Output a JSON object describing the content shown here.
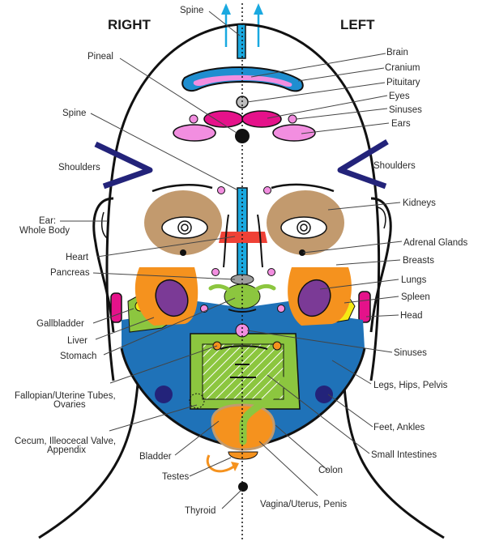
{
  "headers": {
    "right": "RIGHT",
    "left": "LEFT"
  },
  "colors": {
    "outline": "#111111",
    "spine_blue": "#1aa9e0",
    "deep_blue": "#1f72b8",
    "navy": "#23237a",
    "pink_light": "#f28ee0",
    "magenta": "#e5128a",
    "tan": "#c29a6e",
    "orange": "#f5921e",
    "purple": "#7b3a96",
    "green": "#8cc63f",
    "yellow": "#f5ea14",
    "red": "#ef4136",
    "grey": "#bdbdbd"
  },
  "labels": {
    "spine_top": "Spine",
    "pineal": "Pineal",
    "spine": "Spine",
    "shoulders_right": "Shoulders",
    "ear_line1": "Ear:",
    "ear_line2": "Whole Body",
    "heart": "Heart",
    "pancreas": "Pancreas",
    "gallbladder": "Gallbladder",
    "liver": "Liver",
    "stomach": "Stomach",
    "fallopian_line1": "Fallopian/Uterine Tubes,",
    "fallopian_line2": "Ovaries",
    "cecum_line1": "Cecum, Illeocecal Valve,",
    "cecum_line2": "Appendix",
    "bladder": "Bladder",
    "testes": "Testes",
    "thyroid": "Thyroid",
    "brain": "Brain",
    "cranium": "Cranium",
    "pituitary": "Pituitary",
    "eyes": "Eyes",
    "sinuses_top": "Sinuses",
    "ears": "Ears",
    "shoulders_left": "Shoulders",
    "kidneys": "Kidneys",
    "adrenal": "Adrenal Glands",
    "breasts": "Breasts",
    "lungs": "Lungs",
    "spleen": "Spleen",
    "head": "Head",
    "sinuses_lower": "Sinuses",
    "legs": "Legs, Hips, Pelvis",
    "feet": "Feet, Ankles",
    "small_intestines": "Small Intestines",
    "colon": "Colon",
    "vagina": "Vagina/Uterus, Penis"
  }
}
